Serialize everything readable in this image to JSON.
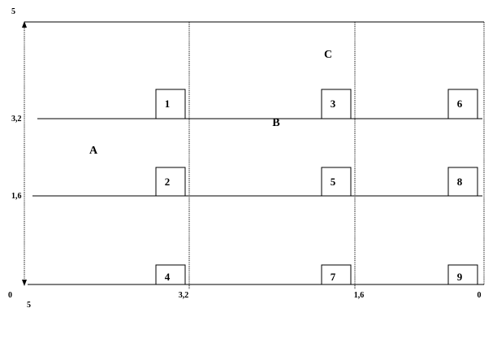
{
  "axis": {
    "left_top_label": "5",
    "left_mid_label": "3,2",
    "left_low_label": "1,6",
    "left_bottom_label": "0",
    "left_bottom_sub_label": "5",
    "bottom_label_1": "3,2",
    "bottom_label_2": "1,6",
    "bottom_label_3": "0"
  },
  "zones": {
    "a": "A",
    "b": "B",
    "c": "C"
  },
  "boxes": [
    "1",
    "2",
    "3",
    "4",
    "5",
    "6",
    "7",
    "8",
    "9"
  ],
  "colors": {
    "line": "#000000",
    "background": "#ffffff"
  }
}
